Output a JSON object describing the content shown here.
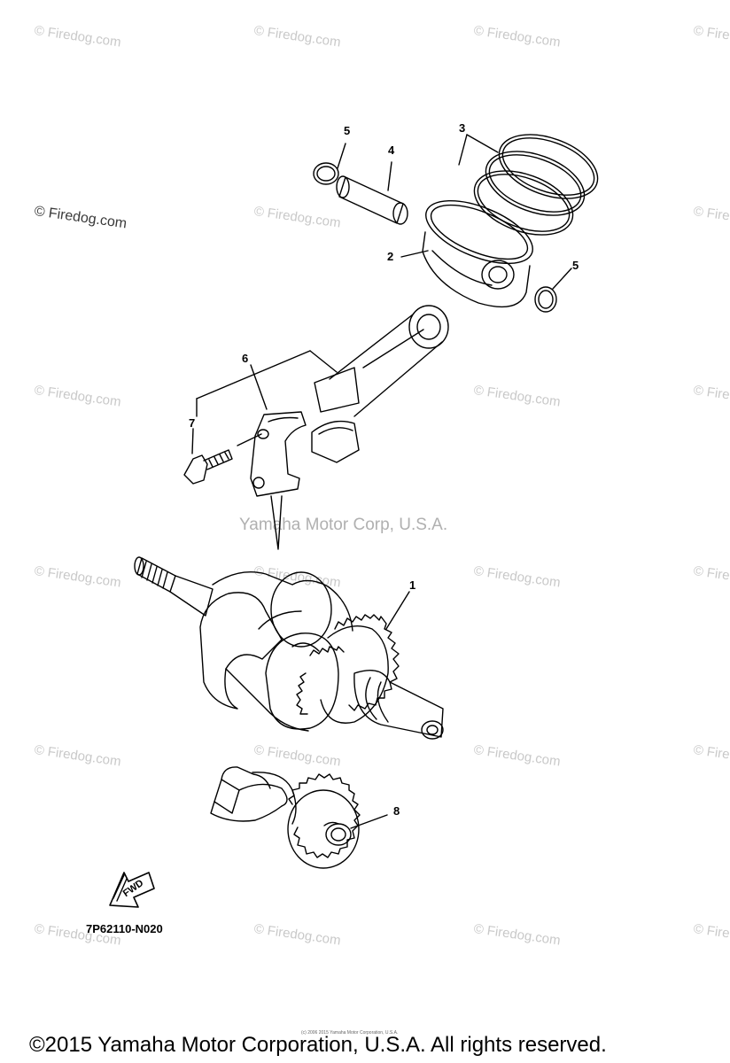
{
  "watermarks": {
    "firedog": "© Firedog.com",
    "firedog_dark": "© Firedog.com",
    "corp": "Yamaha Motor Corp, U.S.A."
  },
  "callouts": [
    "1",
    "2",
    "3",
    "4",
    "5",
    "5",
    "6",
    "7",
    "8"
  ],
  "fwd_label": "FWD",
  "diagram_code": "7P62110-N020",
  "fine_print": "(c) 2006 2015 Yamaha Motor Corporation, U.S.A.",
  "copyright": "©2015 Yamaha Motor Corporation, U.S.A. All rights reserved."
}
